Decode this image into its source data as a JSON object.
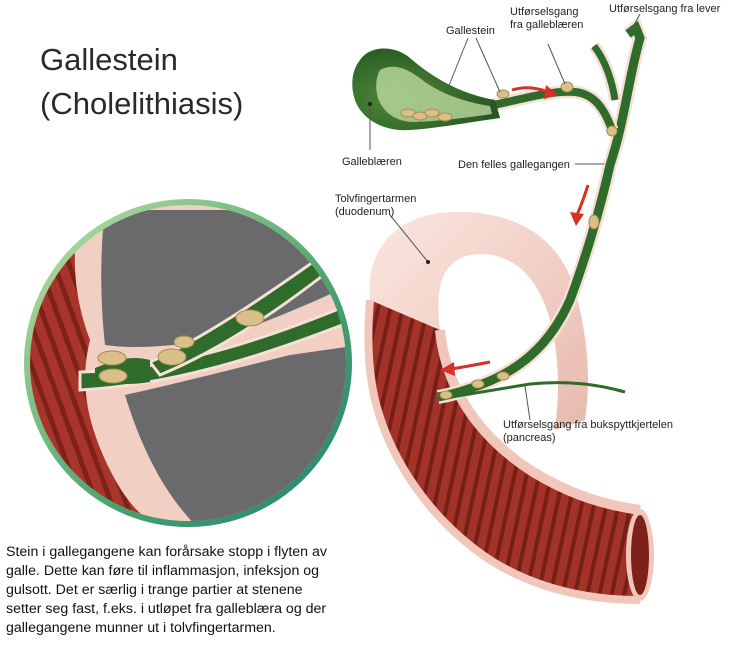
{
  "title": {
    "line1": "Gallestein",
    "line2": "(Cholelithiasis)"
  },
  "labels": {
    "gallestein": "Gallestein",
    "utforselsgang_galleblaeren_1": "Utførselsgang",
    "utforselsgang_galleblaeren_2": "fra galleblæren",
    "utforselsgang_lever": "Utførselsgang fra lever",
    "galleblaeren": "Galleblæren",
    "felles_gallegangen": "Den felles gallegangen",
    "tolvfingertarmen_1": "Tolvfingertarmen",
    "tolvfingertarmen_2": "(duodenum)",
    "bukspytt_1": "Utførselsgang fra bukspyttkjertelen",
    "bukspytt_2": "(pancreas)"
  },
  "caption": {
    "line1": "Stein i gallegangene kan forårsake stopp i flyten av",
    "line2": "galle. Dette kan føre til inflammasjon, infeksjon og",
    "line3": "gulsott. Det er særlig i trange partier at stenene",
    "line4": "setter seg fast, f.eks. i utløpet fra galleblæra og der",
    "line5": "gallegangene munner ut i tolvfingertarmen."
  },
  "colors": {
    "bile_green": "#2f6b2a",
    "stone": "#d9c08a",
    "intestine_red": "#9e2f26",
    "duodenum_pink": "#f3d2c9",
    "arrow_red": "#d73027",
    "circle_rim": "#4aa36d"
  }
}
